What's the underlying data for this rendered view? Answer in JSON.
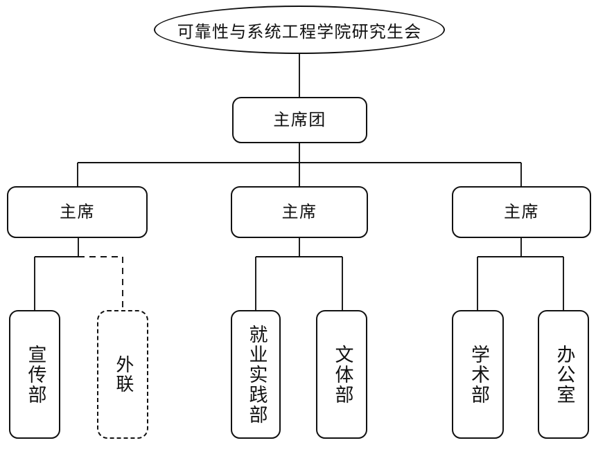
{
  "diagram": {
    "title_text": "可靠性与系统工程学院研究生会",
    "type": "organization-chart",
    "orientation": "top-down",
    "background_color": "#ffffff",
    "line_color": "#111111",
    "text_color": "#111111"
  },
  "nodes": {
    "root": {
      "label": "可靠性与系统工程学院研究生会",
      "shape": "ellipse",
      "border": "solid",
      "level": 0
    },
    "presidium": {
      "label": "主席团",
      "shape": "rounded-rect",
      "border": "solid",
      "level": 1
    },
    "chair_left": {
      "label": "主席",
      "shape": "rounded-rect",
      "border": "solid",
      "level": 2
    },
    "chair_center": {
      "label": "主席",
      "shape": "rounded-rect",
      "border": "solid",
      "level": 2
    },
    "chair_right": {
      "label": "主席",
      "shape": "rounded-rect",
      "border": "solid",
      "level": 2
    },
    "dept_publicity": {
      "label": "宣传部",
      "shape": "rounded-rect-vertical",
      "border": "solid",
      "level": 3
    },
    "dept_liaison": {
      "label": "外联",
      "shape": "rounded-rect-vertical",
      "border": "dashed",
      "level": 3
    },
    "dept_employment": {
      "label": "就业实践部",
      "shape": "rounded-rect-vertical",
      "border": "solid",
      "level": 3
    },
    "dept_culture_sports": {
      "label": "文体部",
      "shape": "rounded-rect-vertical",
      "border": "solid",
      "level": 3
    },
    "dept_academic": {
      "label": "学术部",
      "shape": "rounded-rect-vertical",
      "border": "solid",
      "level": 3
    },
    "dept_office": {
      "label": "办公室",
      "shape": "rounded-rect-vertical",
      "border": "solid",
      "level": 3
    }
  },
  "edges": [
    {
      "from": "root",
      "to": "presidium",
      "style": "solid"
    },
    {
      "from": "presidium",
      "to": "chair_left",
      "style": "solid"
    },
    {
      "from": "presidium",
      "to": "chair_center",
      "style": "solid"
    },
    {
      "from": "presidium",
      "to": "chair_right",
      "style": "solid"
    },
    {
      "from": "chair_left",
      "to": "dept_publicity",
      "style": "solid"
    },
    {
      "from": "chair_left",
      "to": "dept_liaison",
      "style": "dashed"
    },
    {
      "from": "chair_center",
      "to": "dept_employment",
      "style": "solid"
    },
    {
      "from": "chair_center",
      "to": "dept_culture_sports",
      "style": "solid"
    },
    {
      "from": "chair_right",
      "to": "dept_academic",
      "style": "solid"
    },
    {
      "from": "chair_right",
      "to": "dept_office",
      "style": "solid"
    }
  ]
}
